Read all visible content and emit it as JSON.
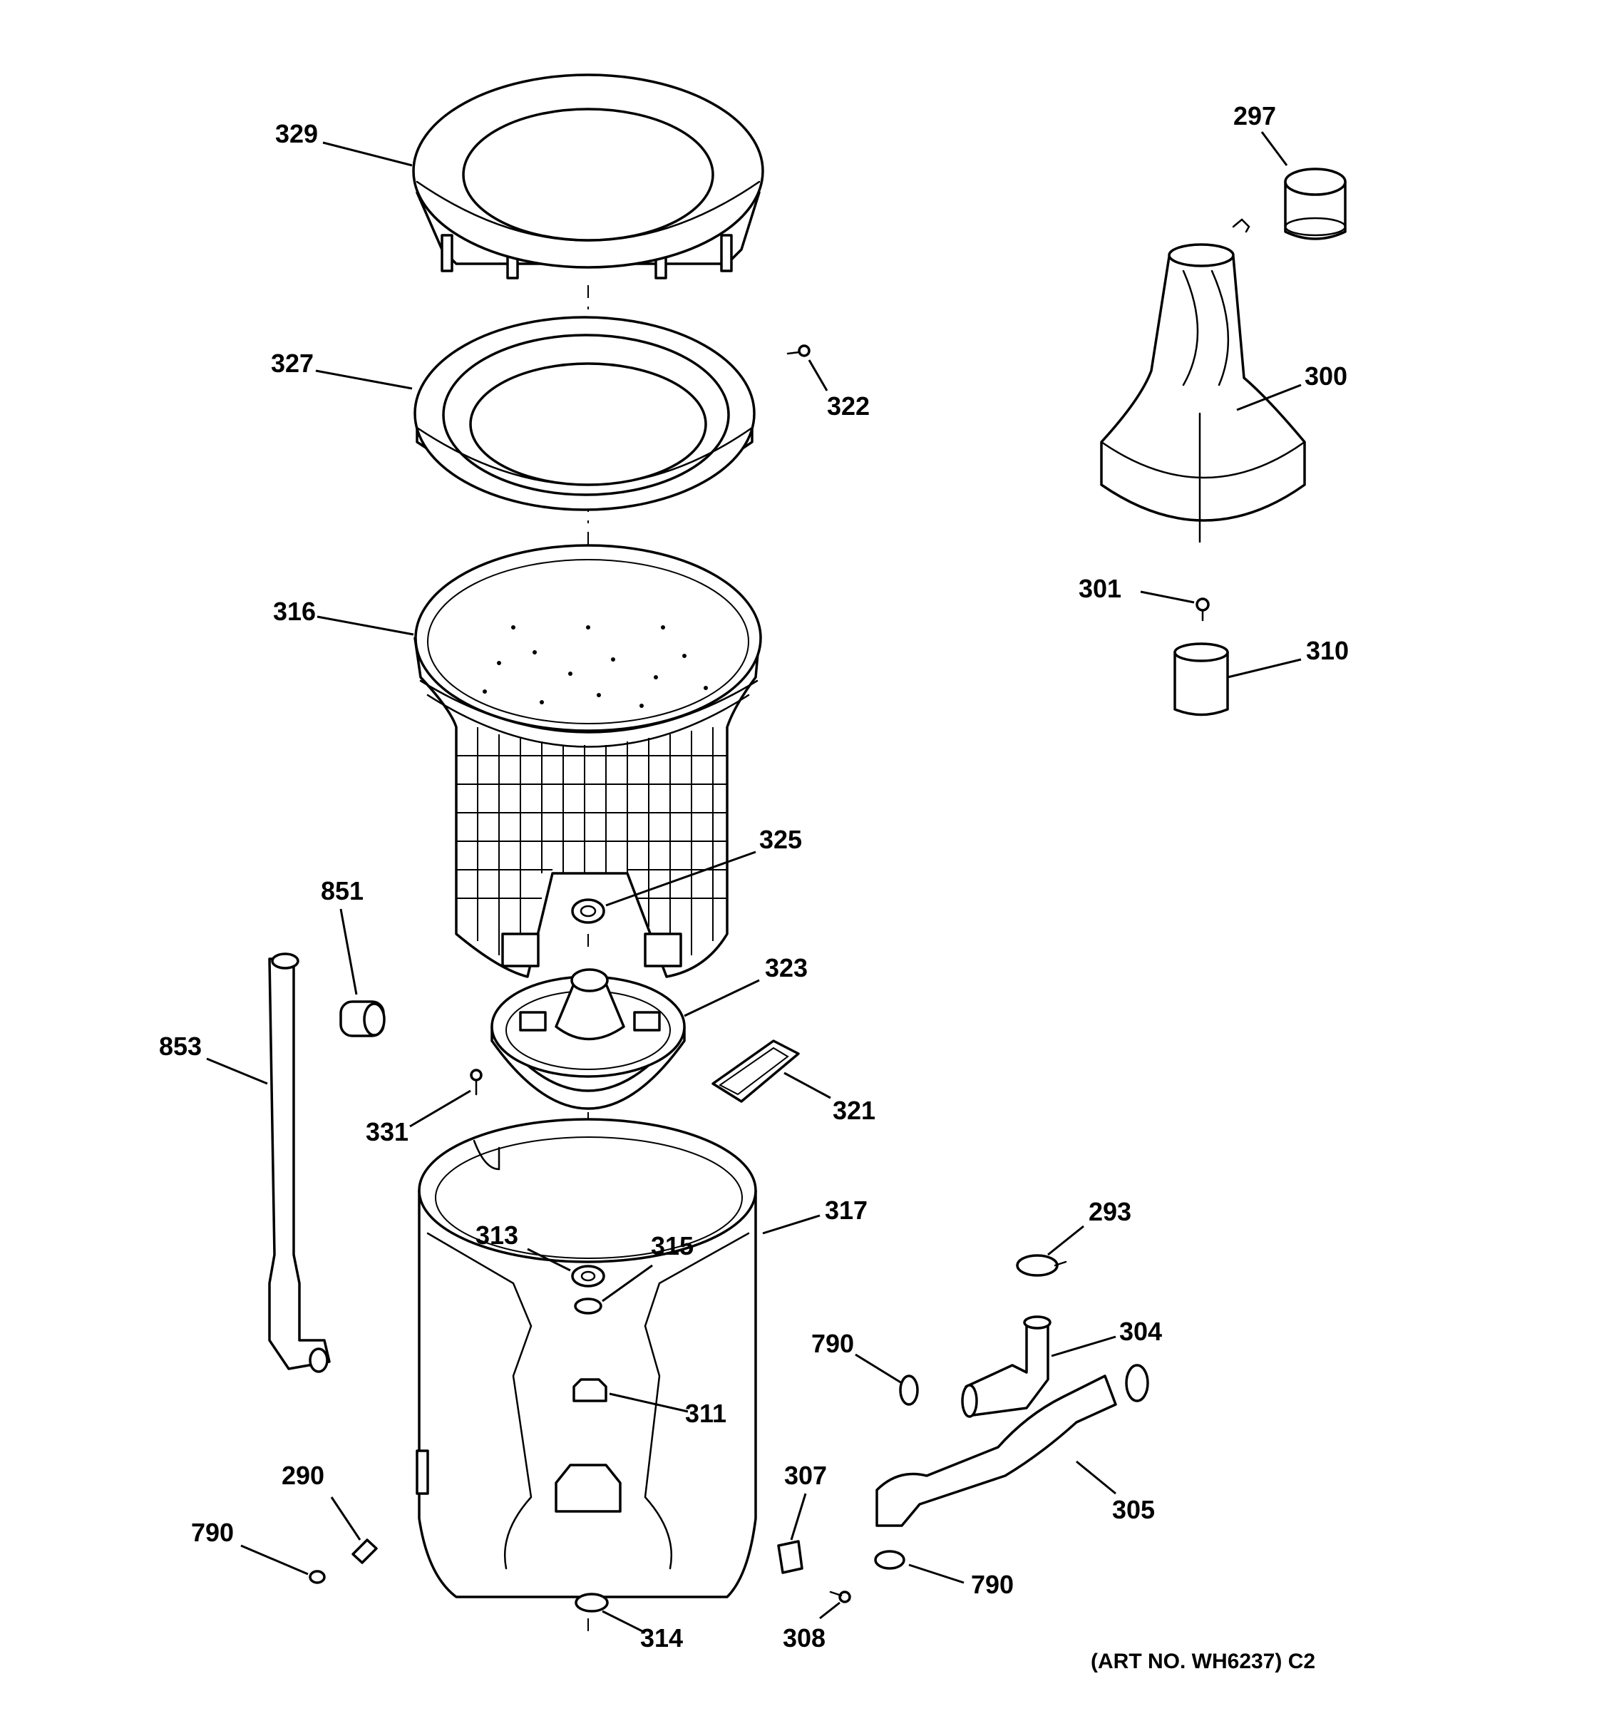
{
  "parts": [
    {
      "key": "p297",
      "label": "297"
    },
    {
      "key": "p300",
      "label": "300"
    },
    {
      "key": "p301",
      "label": "301"
    },
    {
      "key": "p310",
      "label": "310"
    },
    {
      "key": "p329",
      "label": "329"
    },
    {
      "key": "p327",
      "label": "327"
    },
    {
      "key": "p322",
      "label": "322"
    },
    {
      "key": "p316",
      "label": "316"
    },
    {
      "key": "p325",
      "label": "325"
    },
    {
      "key": "p851",
      "label": "851"
    },
    {
      "key": "p853",
      "label": "853"
    },
    {
      "key": "p323",
      "label": "323"
    },
    {
      "key": "p321",
      "label": "321"
    },
    {
      "key": "p331",
      "label": "331"
    },
    {
      "key": "p317",
      "label": "317"
    },
    {
      "key": "p313",
      "label": "313"
    },
    {
      "key": "p315",
      "label": "315"
    },
    {
      "key": "p293",
      "label": "293"
    },
    {
      "key": "p304",
      "label": "304"
    },
    {
      "key": "p790a",
      "label": "790"
    },
    {
      "key": "p311",
      "label": "311"
    },
    {
      "key": "p305",
      "label": "305"
    },
    {
      "key": "p290",
      "label": "290"
    },
    {
      "key": "p307",
      "label": "307"
    },
    {
      "key": "p790b",
      "label": "790"
    },
    {
      "key": "p790c",
      "label": "790"
    },
    {
      "key": "p314",
      "label": "314"
    },
    {
      "key": "p308",
      "label": "308"
    }
  ],
  "art_number": "(ART NO. WH6237) C2"
}
